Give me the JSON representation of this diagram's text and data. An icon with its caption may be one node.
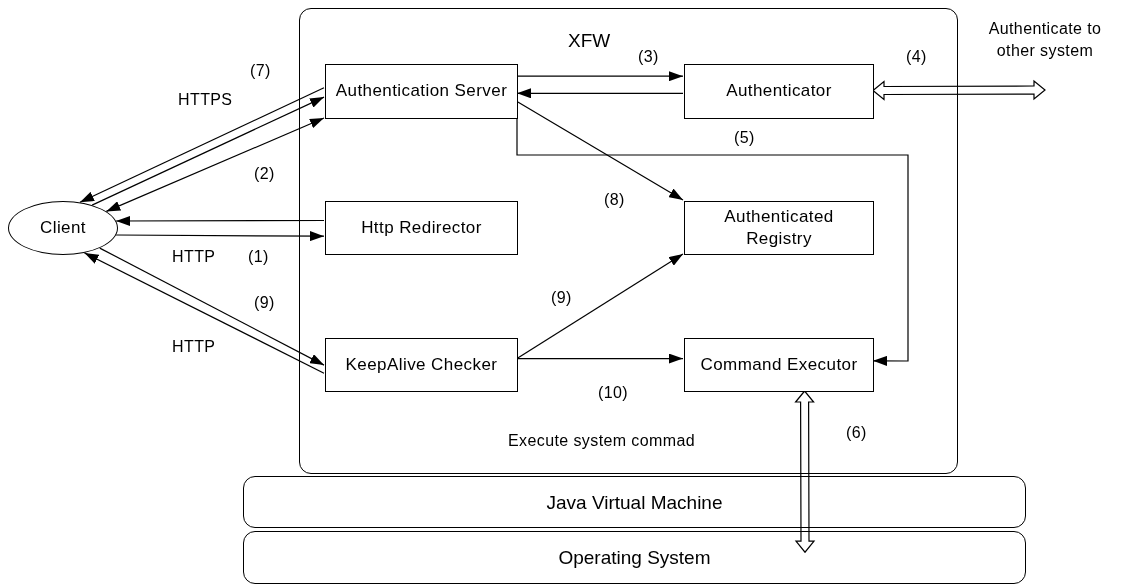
{
  "diagram": {
    "nodes": [
      {
        "text": [
          "XFW"
        ]
      },
      {
        "text": [
          "Authentication Server"
        ],
        "in": 0
      },
      {
        "text": [
          "Authenticator"
        ],
        "in": 0
      },
      {
        "text": [
          "Http Redirector"
        ],
        "in": 0
      },
      {
        "text": [
          "Authenticated Registry"
        ],
        "in": 0
      },
      {
        "text": [
          "KeepAlive Checker"
        ],
        "in": 0
      },
      {
        "text": [
          "Command Executor"
        ],
        "in": 0
      },
      {
        "text": [
          "Client"
        ]
      },
      {
        "text": [
          "Java Virtual Machine"
        ]
      },
      {
        "text": [
          "Operating System"
        ]
      }
    ],
    "edges": [
      {
        "from": 1,
        "to": 7,
        "arrow": "to"
      },
      {
        "from": 7,
        "to": 1,
        "arrow": "to"
      },
      {
        "from": 7,
        "to": 1,
        "arrow": "both"
      },
      {
        "from": 3,
        "to": 7,
        "arrow": "to"
      },
      {
        "from": 7,
        "to": 3,
        "arrow": "to"
      },
      {
        "from": 5,
        "to": 7,
        "arrow": "to"
      },
      {
        "from": 7,
        "to": 5,
        "arrow": "to"
      },
      {
        "from": 1,
        "to": 2,
        "arrow": "to"
      },
      {
        "from": 2,
        "to": 1,
        "arrow": "to"
      },
      {
        "from": 2,
        "to": null,
        "arrow": "both",
        "style": "thick"
      },
      {
        "from": 1,
        "to": 6,
        "arrow": "to"
      },
      {
        "from": 1,
        "to": 4,
        "arrow": "to"
      },
      {
        "from": 5,
        "to": 4,
        "arrow": "to"
      },
      {
        "from": 5,
        "to": 6,
        "arrow": "to"
      },
      {
        "from": 6,
        "to": 9,
        "arrow": "both",
        "style": "thick"
      }
    ],
    "labels": [
      "(7)",
      "HTTPS",
      "(2)",
      "HTTP",
      "(1)",
      "(9)",
      "HTTP",
      "(3)",
      "(4)",
      "Authenticate to other system",
      "(5)",
      "(8)",
      "(9)",
      "(10)",
      "Execute system commad",
      "(6)"
    ]
  }
}
